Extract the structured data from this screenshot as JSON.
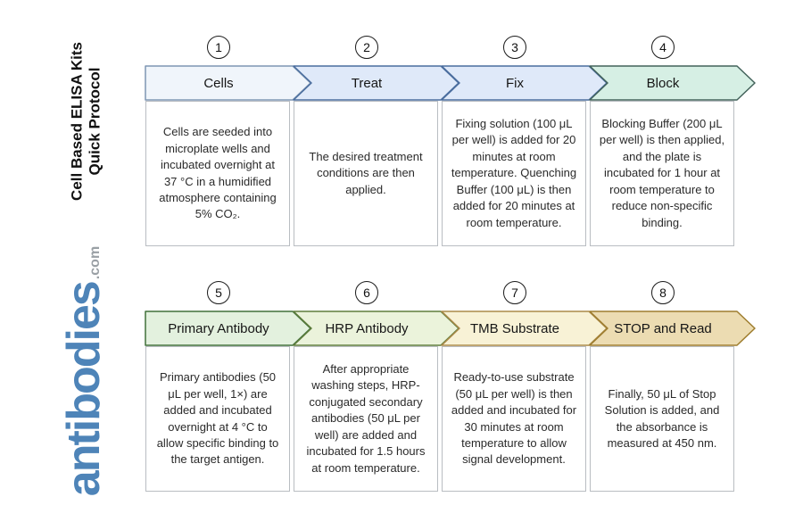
{
  "figure": {
    "title_line1": "Cell Based ELISA Kits",
    "title_line2": "Quick Protocol"
  },
  "logo": {
    "name": "antibodies",
    "suffix": ".com",
    "name_color": "#4e84b8",
    "suffix_color": "#9aa0a5"
  },
  "steps": [
    {
      "number": "1",
      "label": "Cells",
      "description": "Cells are seeded into microplate wells and incubated overnight at 37 °C in a humidified atmosphere containing 5% CO₂.",
      "fill": "#f0f5fb",
      "border": "#7e96b3"
    },
    {
      "number": "2",
      "label": "Treat",
      "description": "The desired treatment conditions are then applied.",
      "fill": "#dfe9f9",
      "border": "#4a6d9e"
    },
    {
      "number": "3",
      "label": "Fix",
      "description": "Fixing solution (100 μL per well) is added for 20 minutes at room temperature. Quenching Buffer (100 μL) is then added for 20 minutes at room temperature.",
      "fill": "#dfe9f9",
      "border": "#4a6d9e"
    },
    {
      "number": "4",
      "label": "Block",
      "description": "Blocking Buffer (200 μL per well) is then applied, and the plate is incubated for 1 hour at room temperature to reduce non-specific binding.",
      "fill": "#d6efe4",
      "border": "#42625a"
    },
    {
      "number": "5",
      "label": "Primary Antibody",
      "description": "Primary antibodies (50 μL per well, 1×) are added and incubated overnight at 4 °C to allow specific binding to the target antigen.",
      "fill": "#e3f1de",
      "border": "#41703a"
    },
    {
      "number": "6",
      "label": "HRP Antibody",
      "description": "After appropriate washing steps, HRP-conjugated secondary antibodies (50 μL per well) are added and incubated for 1.5 hours at room temperature.",
      "fill": "#ebf3db",
      "border": "#5f7d3c"
    },
    {
      "number": "7",
      "label": "TMB Substrate",
      "description": "Ready-to-use substrate (50 μL per well) is then added and incubated for 30 minutes at room temperature to allow signal development.",
      "fill": "#f8f2d6",
      "border": "#ab8a49"
    },
    {
      "number": "8",
      "label": "STOP and Read",
      "description": "Finally, 50 μL of Stop Solution is added, and the absorbance is measured at 450 nm.",
      "fill": "#ecdcb2",
      "border": "#9e7d2e"
    }
  ]
}
